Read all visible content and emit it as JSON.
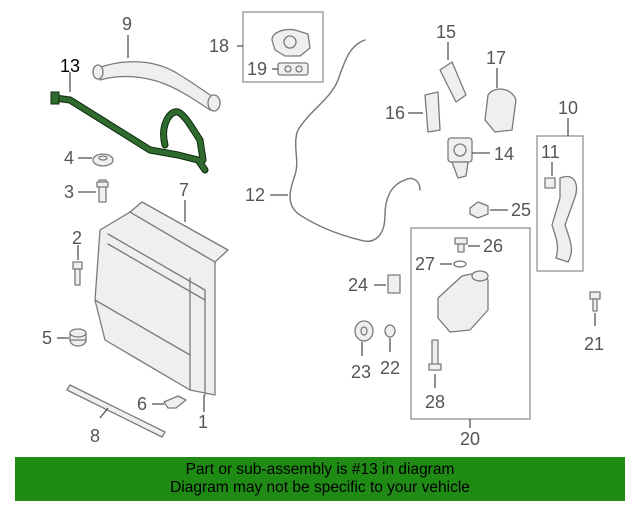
{
  "diagram": {
    "highlighted_part": "13",
    "callouts": {
      "c1": "1",
      "c2": "2",
      "c3": "3",
      "c4": "4",
      "c5": "5",
      "c6": "6",
      "c7": "7",
      "c8": "8",
      "c9": "9",
      "c10": "10",
      "c11": "11",
      "c12": "12",
      "c13": "13",
      "c14": "14",
      "c15": "15",
      "c16": "16",
      "c17": "17",
      "c18": "18",
      "c19": "19",
      "c20": "20",
      "c21": "21",
      "c22": "22",
      "c23": "23",
      "c24": "24",
      "c25": "25",
      "c26": "26",
      "c27": "27",
      "c28": "28"
    },
    "colors": {
      "highlight": "#2f6a2f",
      "banner": "#1f8a14",
      "linework": "#7a7a7a"
    }
  },
  "footer": {
    "line1": "Part or sub-assembly is #13 in diagram",
    "line2": "Diagram may not be specific to your vehicle"
  }
}
